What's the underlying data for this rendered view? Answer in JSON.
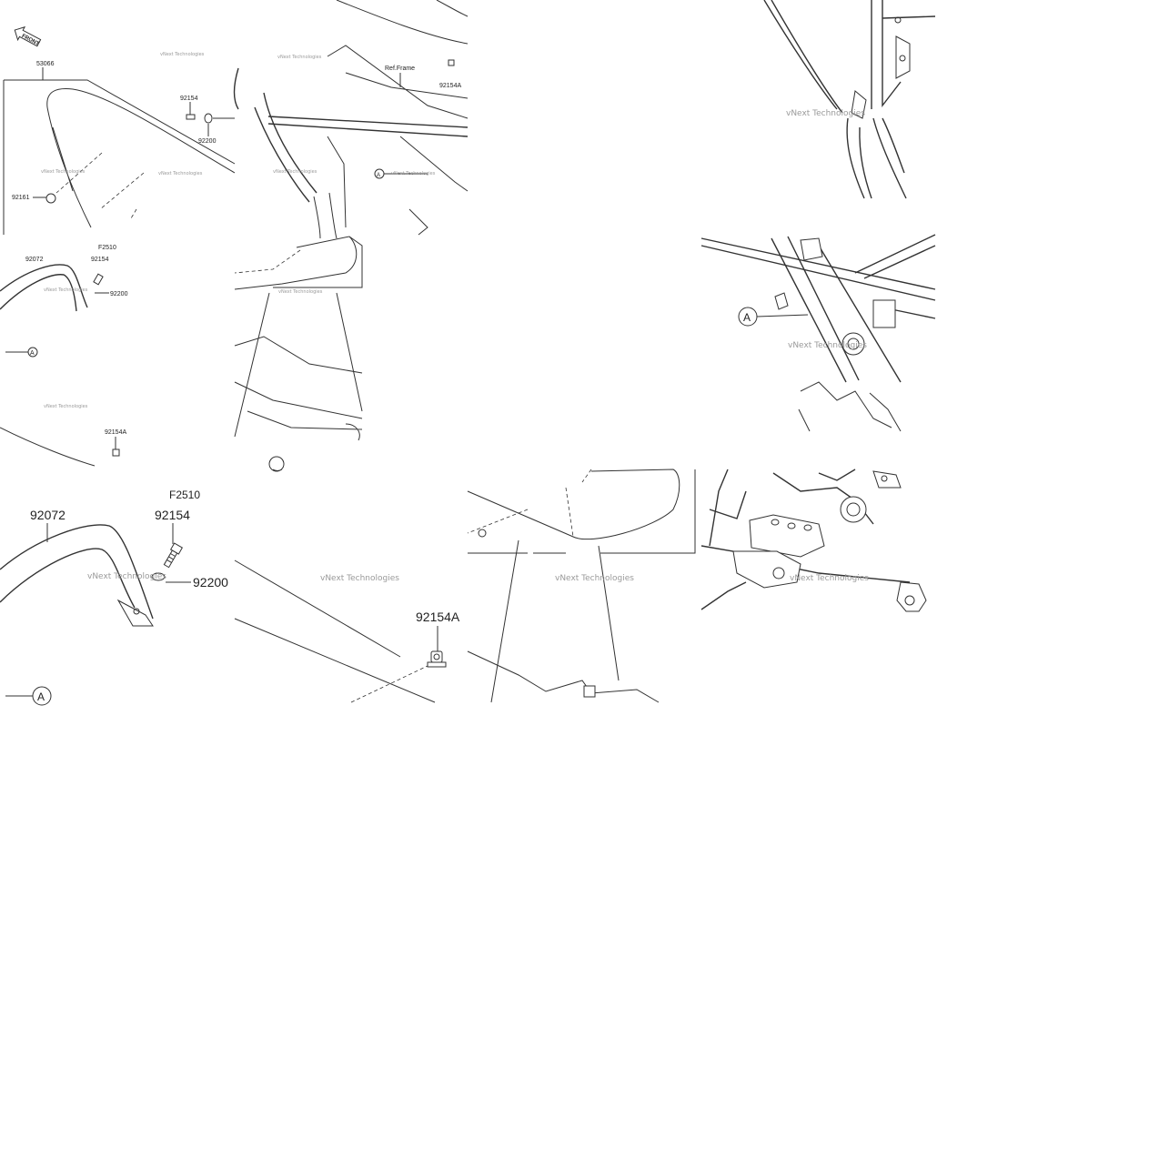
{
  "overview": {
    "front_label": "FRONT",
    "ref_frame": "Ref.Frame",
    "parts": {
      "seat": "53066",
      "nut": "92161",
      "bolt_top": "92154",
      "washer_top": "92200",
      "bolt_rear": "92154A",
      "strap": "92072",
      "note": "F2510",
      "bolt_strap": "92154",
      "washer_strap": "92200",
      "bolt_bottom": "92154A"
    },
    "callout": "A"
  },
  "zoom": {
    "note": "F2510",
    "strap": "92072",
    "bolt": "92154",
    "washer": "92200",
    "bolt_rear": "92154A",
    "callout_strap": "A",
    "callout_frame": "A"
  },
  "watermark": "vNext Technologies",
  "colors": {
    "line": "#333333",
    "watermark": "#9a9a9a",
    "background": "#ffffff"
  }
}
